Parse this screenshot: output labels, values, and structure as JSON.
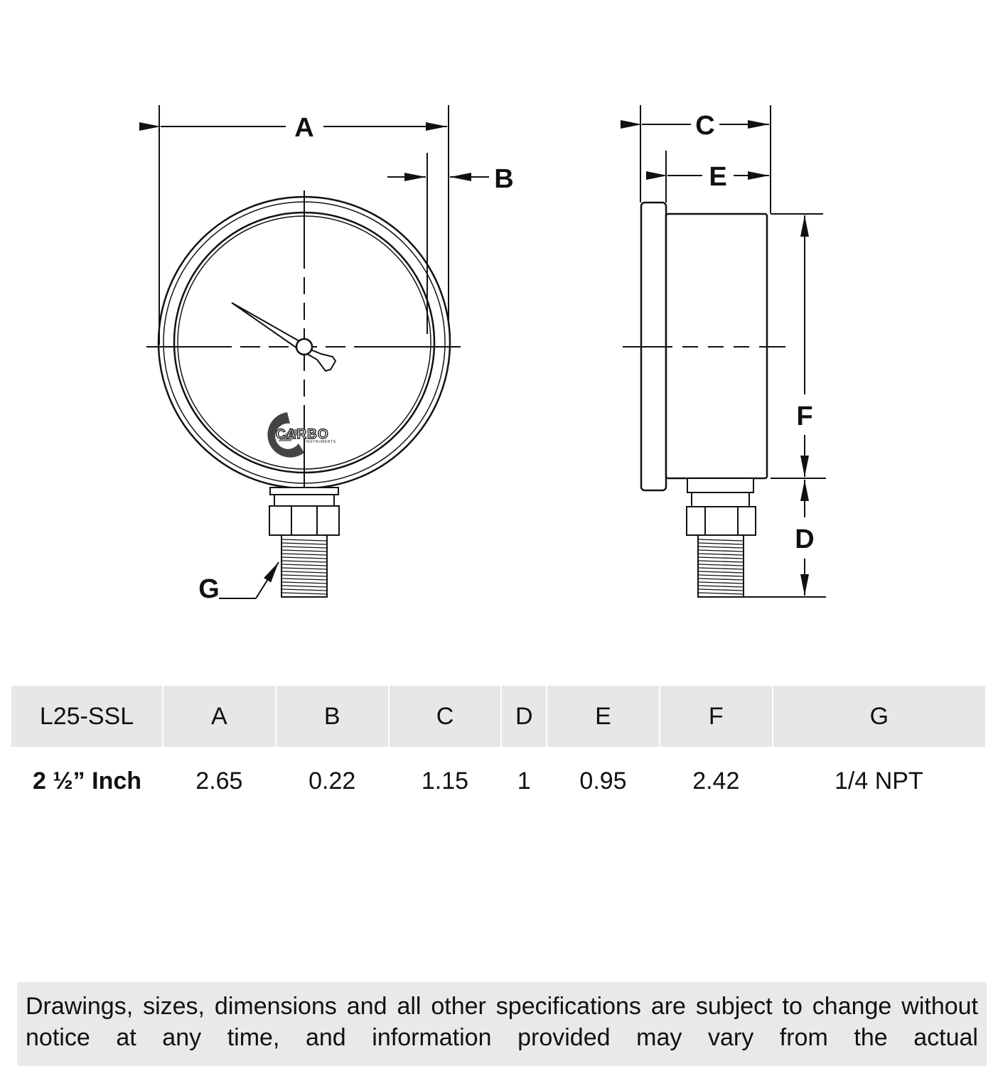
{
  "drawing": {
    "labels": {
      "A": "A",
      "B": "B",
      "C": "C",
      "D": "D",
      "E": "E",
      "F": "F",
      "G": "G"
    },
    "logo": {
      "brand": "CARBO",
      "sub": "INSTRUMENTS"
    }
  },
  "table": {
    "headers": [
      "L25-SSL",
      "A",
      "B",
      "C",
      "D",
      "E",
      "F",
      "G"
    ],
    "row": [
      "2 ½” Inch",
      "2.65",
      "0.22",
      "1.15",
      "1",
      "0.95",
      "2.42",
      "1/4 NPT"
    ]
  },
  "disclaimer": "Drawings, sizes, dimensions and all other specifications are subject to change without notice at any time, and information provided may vary from the actual"
}
